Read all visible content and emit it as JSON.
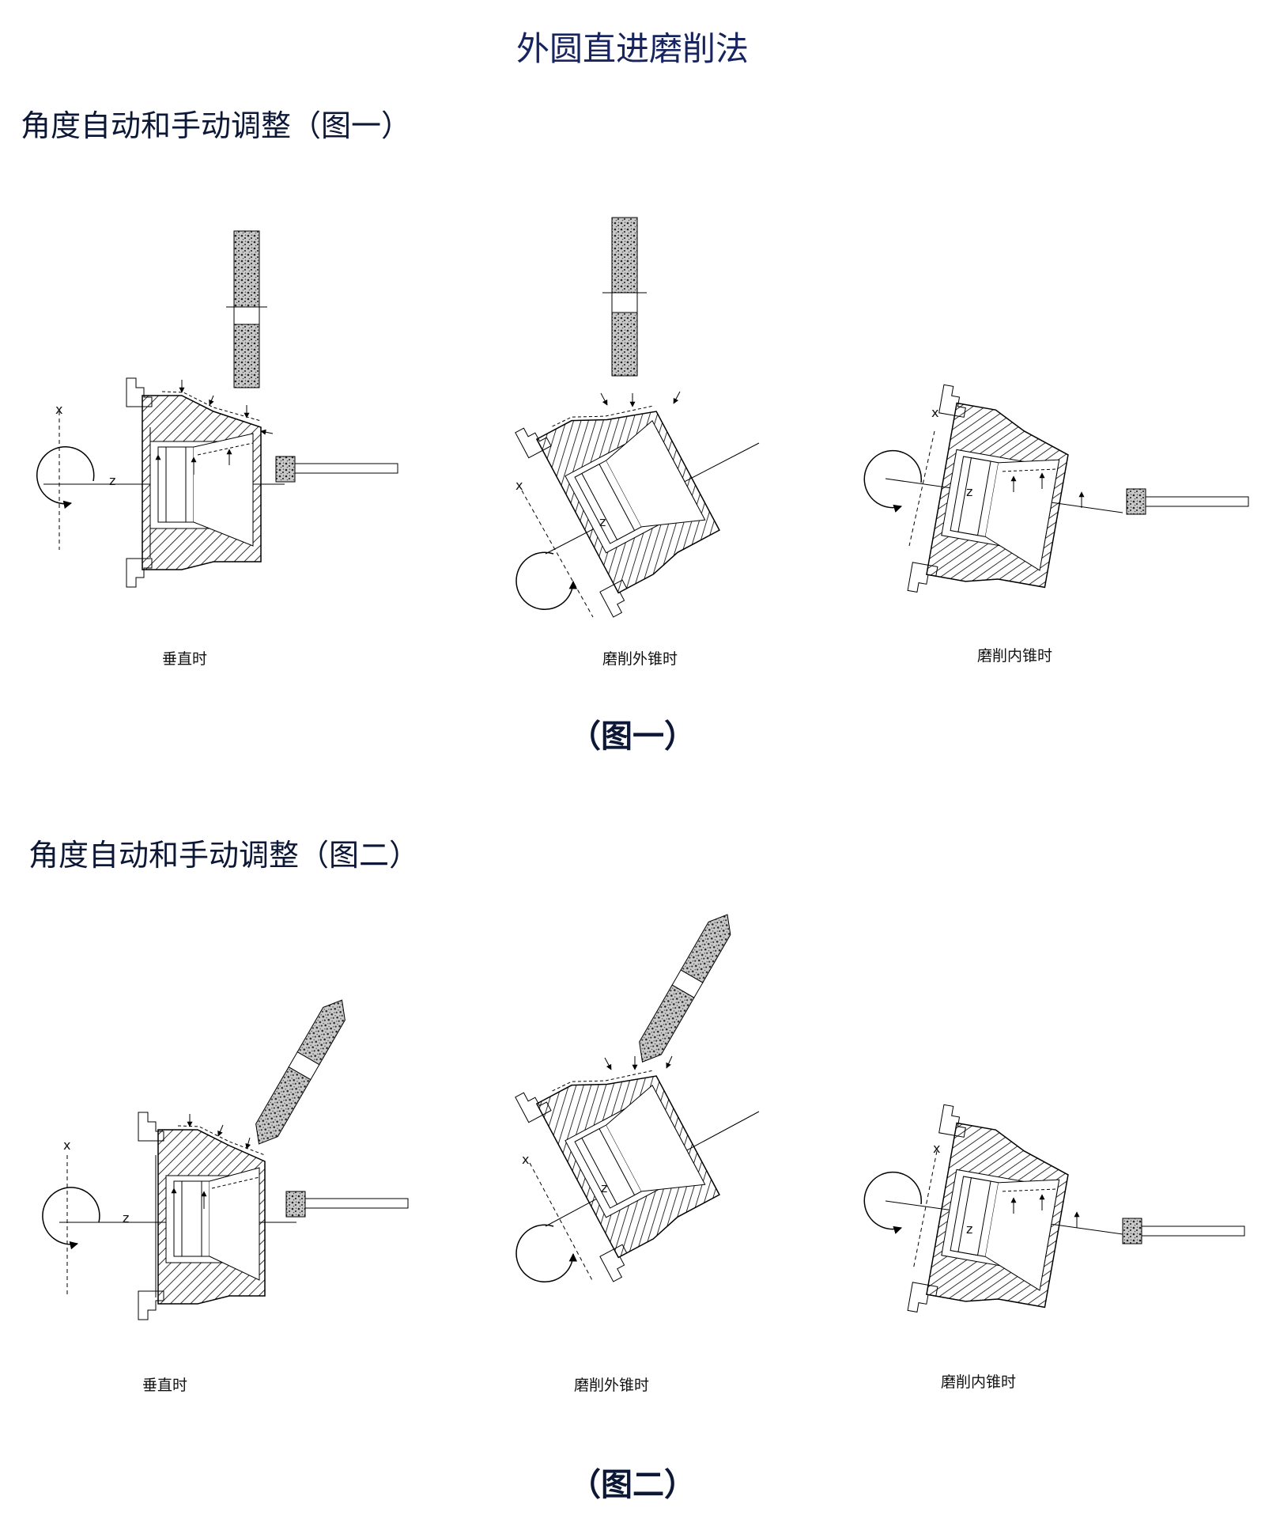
{
  "title": "外圆直进磨削法",
  "sections": [
    {
      "heading": "角度自动和手动调整（图一）",
      "figure_caption": "（图一）",
      "diagrams": [
        {
          "caption": "垂直时",
          "axis_x": "x",
          "axis_z": "z"
        },
        {
          "caption": "磨削外锥时",
          "axis_x": "x",
          "axis_z": "z"
        },
        {
          "caption": "磨削内锥时",
          "axis_x": "x",
          "axis_z": "z"
        }
      ]
    },
    {
      "heading": "角度自动和手动调整（图二）",
      "figure_caption": "（图二）",
      "diagrams": [
        {
          "caption": "垂直时",
          "axis_x": "x",
          "axis_z": "z"
        },
        {
          "caption": "磨削外锥时",
          "axis_x": "x",
          "axis_z": "z"
        },
        {
          "caption": "磨削内锥时",
          "axis_x": "x",
          "axis_z": "z"
        }
      ]
    }
  ]
}
